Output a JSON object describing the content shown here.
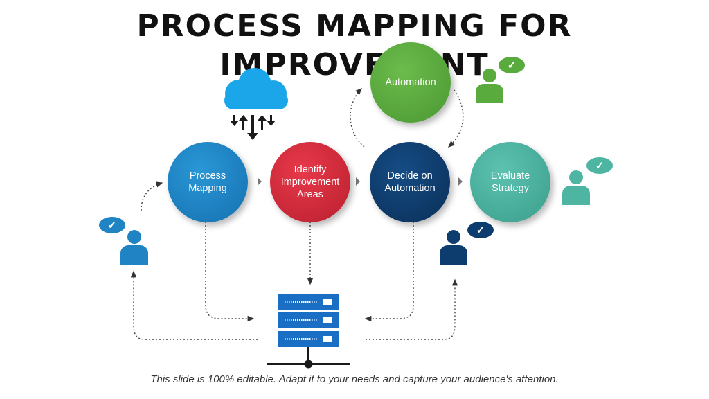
{
  "title": "PROCESS MAPPING FOR IMPROVEMENT",
  "nodes": [
    {
      "label": "Process Mapping",
      "color": "#1f83c4"
    },
    {
      "label": "Identify Improvement Areas",
      "color": "#d8283a"
    },
    {
      "label": "Decide on Automation",
      "color": "#0d3d6e"
    },
    {
      "label": "Evaluate Strategy",
      "color": "#4db5a2"
    },
    {
      "label": "Automation",
      "color": "#5aab3e"
    }
  ],
  "users": [
    {
      "name": "user-left",
      "color": "#1f83c4",
      "check": "✓"
    },
    {
      "name": "user-decide",
      "color": "#0d3d6e",
      "check": "✓"
    },
    {
      "name": "user-evaluate",
      "color": "#4db5a2",
      "check": "✓"
    },
    {
      "name": "user-automation",
      "color": "#5aab3e",
      "check": "✓"
    }
  ],
  "icons": {
    "cloud": "cloud-upload-download-icon",
    "server": "server-network-icon",
    "cloud_color": "#1aa6e8",
    "server_color": "#1a6fc4"
  },
  "footer": "This slide is 100% editable. Adapt it to your needs and capture your audience's attention."
}
